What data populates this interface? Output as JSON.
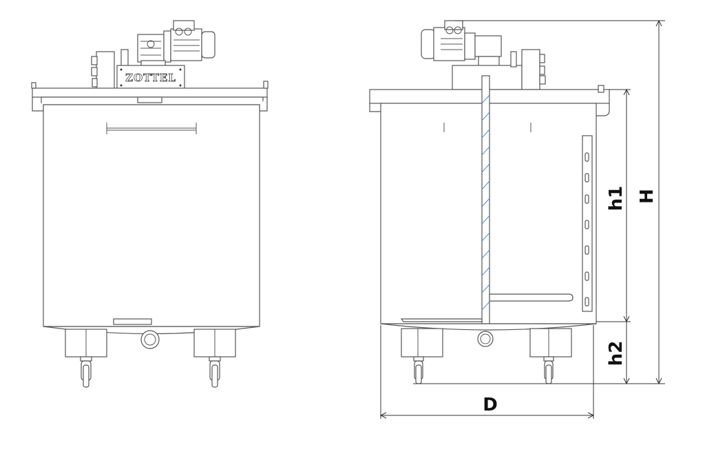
{
  "drawing": {
    "views": [
      "front-view",
      "side-section-view"
    ],
    "logo_text": "ZOTTEL",
    "dimensions": {
      "diameter_label": "D",
      "total_height_label": "H",
      "tank_height_label": "h1",
      "leg_height_label": "h2"
    },
    "colors": {
      "line": "#555555",
      "section_hatch": "#4a8fd6",
      "dimension": "#333333"
    }
  }
}
